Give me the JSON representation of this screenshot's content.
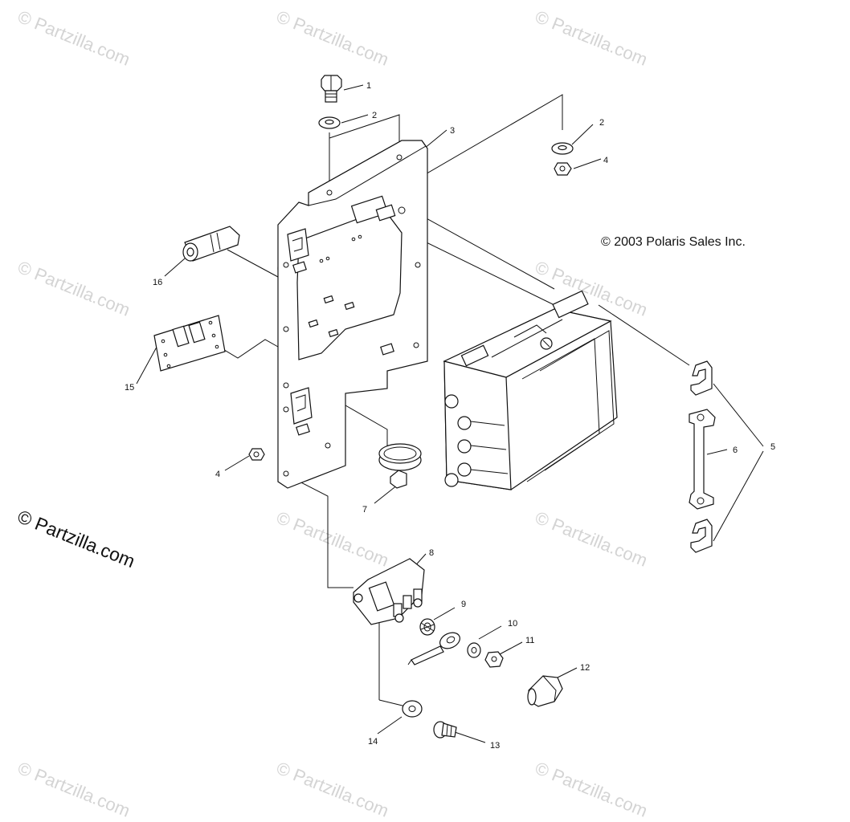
{
  "copyright": "© 2003 Polaris Sales Inc.",
  "brand": "© Partzilla.com",
  "watermark": "© Partzilla.com",
  "callouts": {
    "c1": "1",
    "c2a": "2",
    "c2b": "2",
    "c3": "3",
    "c4a": "4",
    "c4b": "4",
    "c5": "5",
    "c6": "6",
    "c7": "7",
    "c8": "8",
    "c9": "9",
    "c10": "10",
    "c11": "11",
    "c12": "12",
    "c13": "13",
    "c14": "14",
    "c15": "15",
    "c16": "16"
  }
}
